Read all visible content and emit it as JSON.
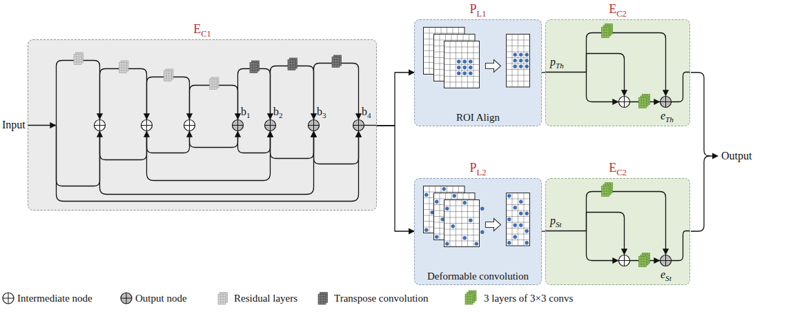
{
  "diagram": {
    "nodes": [
      {
        "text": [
          "EC1"
        ]
      },
      {
        "text": [
          "PL1",
          "ROI Align"
        ]
      },
      {
        "text": [
          "PL2",
          "Deformable convolution"
        ]
      },
      {
        "text": [
          "EC2"
        ]
      },
      {
        "text": [
          "EC2"
        ]
      }
    ],
    "edges": [
      {
        "from": 0,
        "to": 1,
        "arrow": "to"
      },
      {
        "from": 0,
        "to": 2,
        "arrow": "to"
      },
      {
        "from": 1,
        "to": 3,
        "label": "pTh",
        "arrow": "none"
      },
      {
        "from": 2,
        "to": 4,
        "label": "pSt",
        "arrow": "none"
      }
    ],
    "labels": [
      "Input",
      "b1",
      "b2",
      "b3",
      "b4",
      "eTh",
      "eSt",
      "Output"
    ],
    "legend": [
      {
        "text": "Intermediate node"
      },
      {
        "text": "Output node"
      },
      {
        "text": "Residual layers"
      },
      {
        "text": "Transpose convolution"
      },
      {
        "text": "3 layers of 3×3 convs"
      }
    ]
  }
}
